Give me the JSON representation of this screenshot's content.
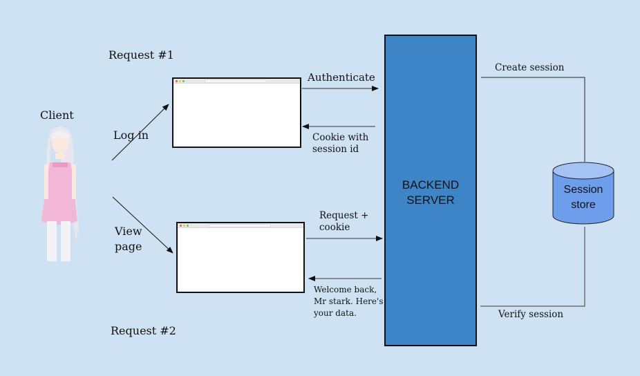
{
  "diagram": {
    "client_label": "Client",
    "request1_label": "Request #1",
    "request2_label": "Request #2",
    "login_label": "Log in",
    "view_page_label": [
      "View",
      "page"
    ],
    "authenticate_label": "Authenticate",
    "cookie_label": [
      "Cookie with",
      "session id"
    ],
    "request_cookie_label": [
      "Request +",
      "cookie"
    ],
    "welcome_label": [
      "Welcome back,",
      "Mr stark. Here's",
      "your data."
    ],
    "server_label": [
      "BACKEND",
      "SERVER"
    ],
    "store_label": [
      "Session",
      "store"
    ],
    "create_session_label": "Create session",
    "verify_session_label": "Verify session"
  },
  "icons": {
    "client": "anime-character-illustration",
    "browser": "browser-window-icon",
    "store": "database-cylinder-icon"
  },
  "colors": {
    "background": "#cfe2f3",
    "server_fill": "#3d85c6",
    "store_fill": "#6d9eeb",
    "store_top": "#a4c2f4"
  }
}
